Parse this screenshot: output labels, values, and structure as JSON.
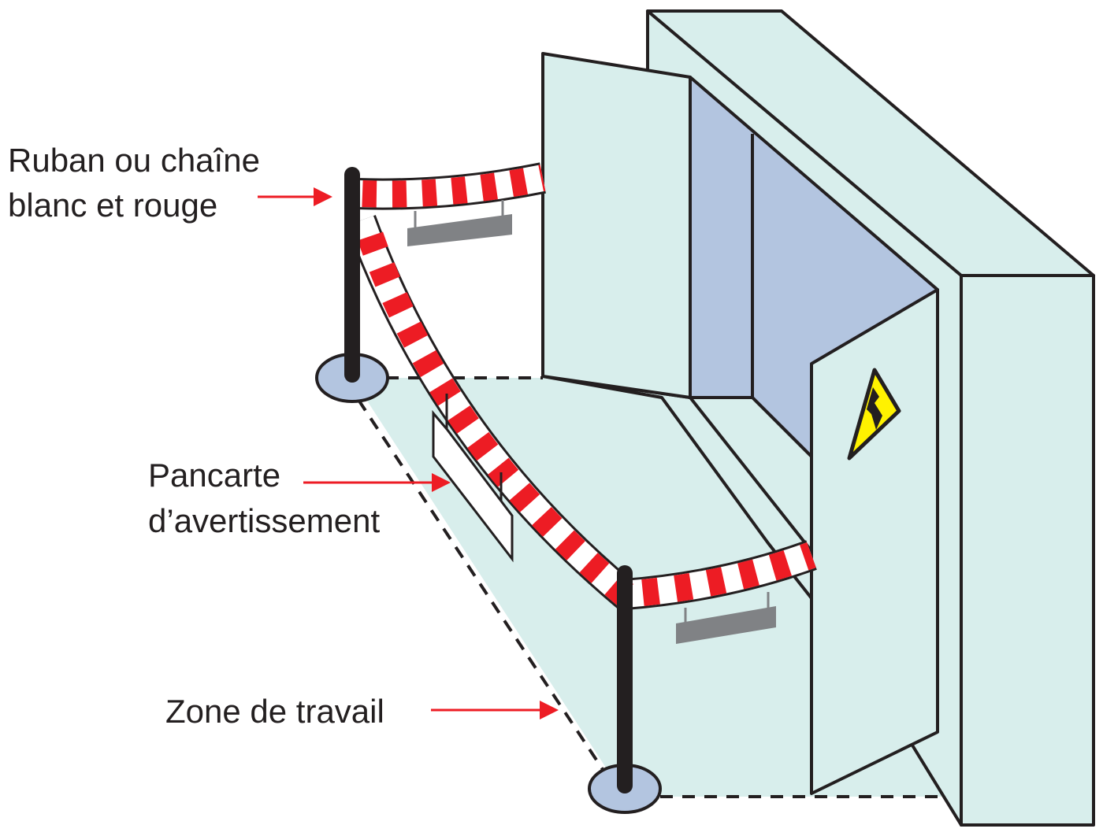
{
  "labels": {
    "ribbon_line1": "Ruban ou chaîne",
    "ribbon_line2": "blanc et rouge",
    "sign_line1": "Pancarte",
    "sign_line2": "d’avertissement",
    "zone": "Zone de travail"
  },
  "icons": [
    "electrical-hazard-icon"
  ],
  "colors": {
    "cabinet": "#d8eeec",
    "interior": "#b3c5e0",
    "tape_red": "#ed1c24",
    "sign_gray": "#808285",
    "hazard_yellow": "#fff200",
    "outline": "#231f20"
  }
}
